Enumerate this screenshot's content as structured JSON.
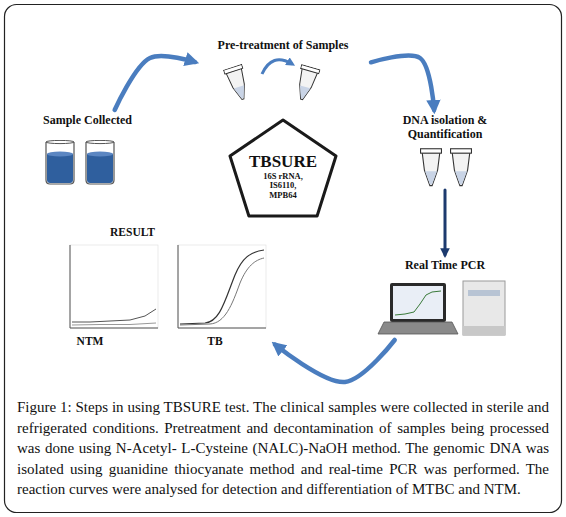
{
  "diagram": {
    "caption": "Figure 1: Steps in using TBSURE test. The clinical samples were collected in sterile and refrigerated conditions. Pretreatment and decontamination of samples being processed was done using N-Acetyl- L-Cysteine (NALC)-NaOH method. The genomic DNA was isolated using guanidine thiocyanate method and real-time PCR was performed. The reaction curves were analysed for detection and differentiation of MTBC and NTM.",
    "nodes": [
      {
        "text": [
          "Pre-treatment of Samples"
        ]
      },
      {
        "text": [
          "Sample Collected"
        ]
      },
      {
        "text": [
          "TBSURE",
          "16S rRNA, IS6110, MPB64"
        ]
      },
      {
        "text": [
          "DNA isolation & Quantification"
        ]
      },
      {
        "text": [
          "RESULT"
        ]
      },
      {
        "text": [
          "Real Time PCR"
        ]
      }
    ],
    "edges": [
      {
        "from": 1,
        "to": 0,
        "arrow": "to"
      },
      {
        "from": 0,
        "to": 3,
        "arrow": "to"
      },
      {
        "from": 3,
        "to": 5,
        "arrow": "to"
      },
      {
        "from": 5,
        "to": 4,
        "arrow": "to"
      }
    ],
    "labels": [
      "NTM",
      "TB"
    ]
  }
}
